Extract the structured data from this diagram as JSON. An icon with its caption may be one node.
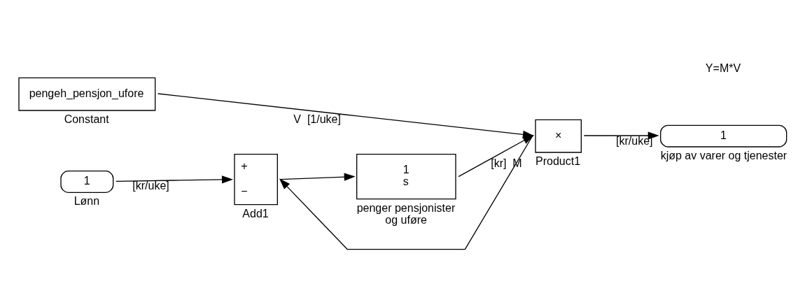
{
  "diagram": {
    "nodes": [
      {
        "text": [
          "1"
        ],
        "beside": [
          "Lønn"
        ]
      },
      {
        "text": [
          "pengeh_pensjon_ufore"
        ],
        "beside": [
          "Constant"
        ]
      },
      {
        "text": [
          "+",
          "−"
        ],
        "beside": [
          "Add1"
        ]
      },
      {
        "text": [
          "1",
          "s"
        ],
        "beside": [
          "penger pensjonister og uføre"
        ]
      },
      {
        "text": [
          "×"
        ],
        "beside": [
          "Product1"
        ]
      },
      {
        "text": [
          "1"
        ],
        "beside": [
          "kjøp av varer og tjenester"
        ]
      }
    ],
    "edges": [
      {
        "from": 0,
        "to": 2,
        "arrow": "to",
        "label": "[kr/uke]"
      },
      {
        "from": 1,
        "to": 4,
        "arrow": "to",
        "label": "V  [1/uke]"
      },
      {
        "from": 2,
        "to": 3,
        "arrow": "to"
      },
      {
        "from": 3,
        "to": 4,
        "arrow": "to",
        "label": "[kr]  M"
      },
      {
        "from": 4,
        "to": 5,
        "arrow": "to",
        "label": "[kr/uke]"
      },
      {
        "from": 4,
        "to": 2,
        "arrow": "to"
      }
    ],
    "labels": [
      "Y=M*V"
    ]
  }
}
